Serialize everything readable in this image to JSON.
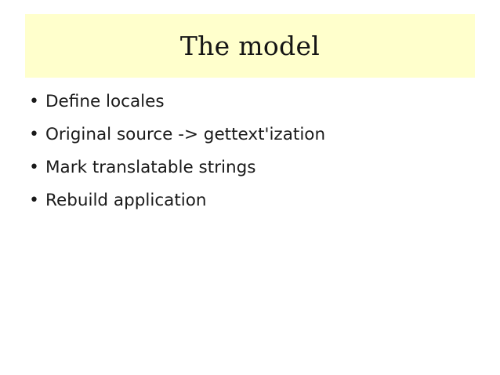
{
  "slide": {
    "title": "The model",
    "banner_color": "#ffffcc",
    "background_color": "#ffffff",
    "text_color": "#1a1a1a",
    "bullet_glyph": "•",
    "bullets": [
      {
        "text": "Define locales"
      },
      {
        "text": "Original source -> gettext'ization"
      },
      {
        "text": "Mark translatable strings"
      },
      {
        "text": "Rebuild application"
      }
    ]
  }
}
